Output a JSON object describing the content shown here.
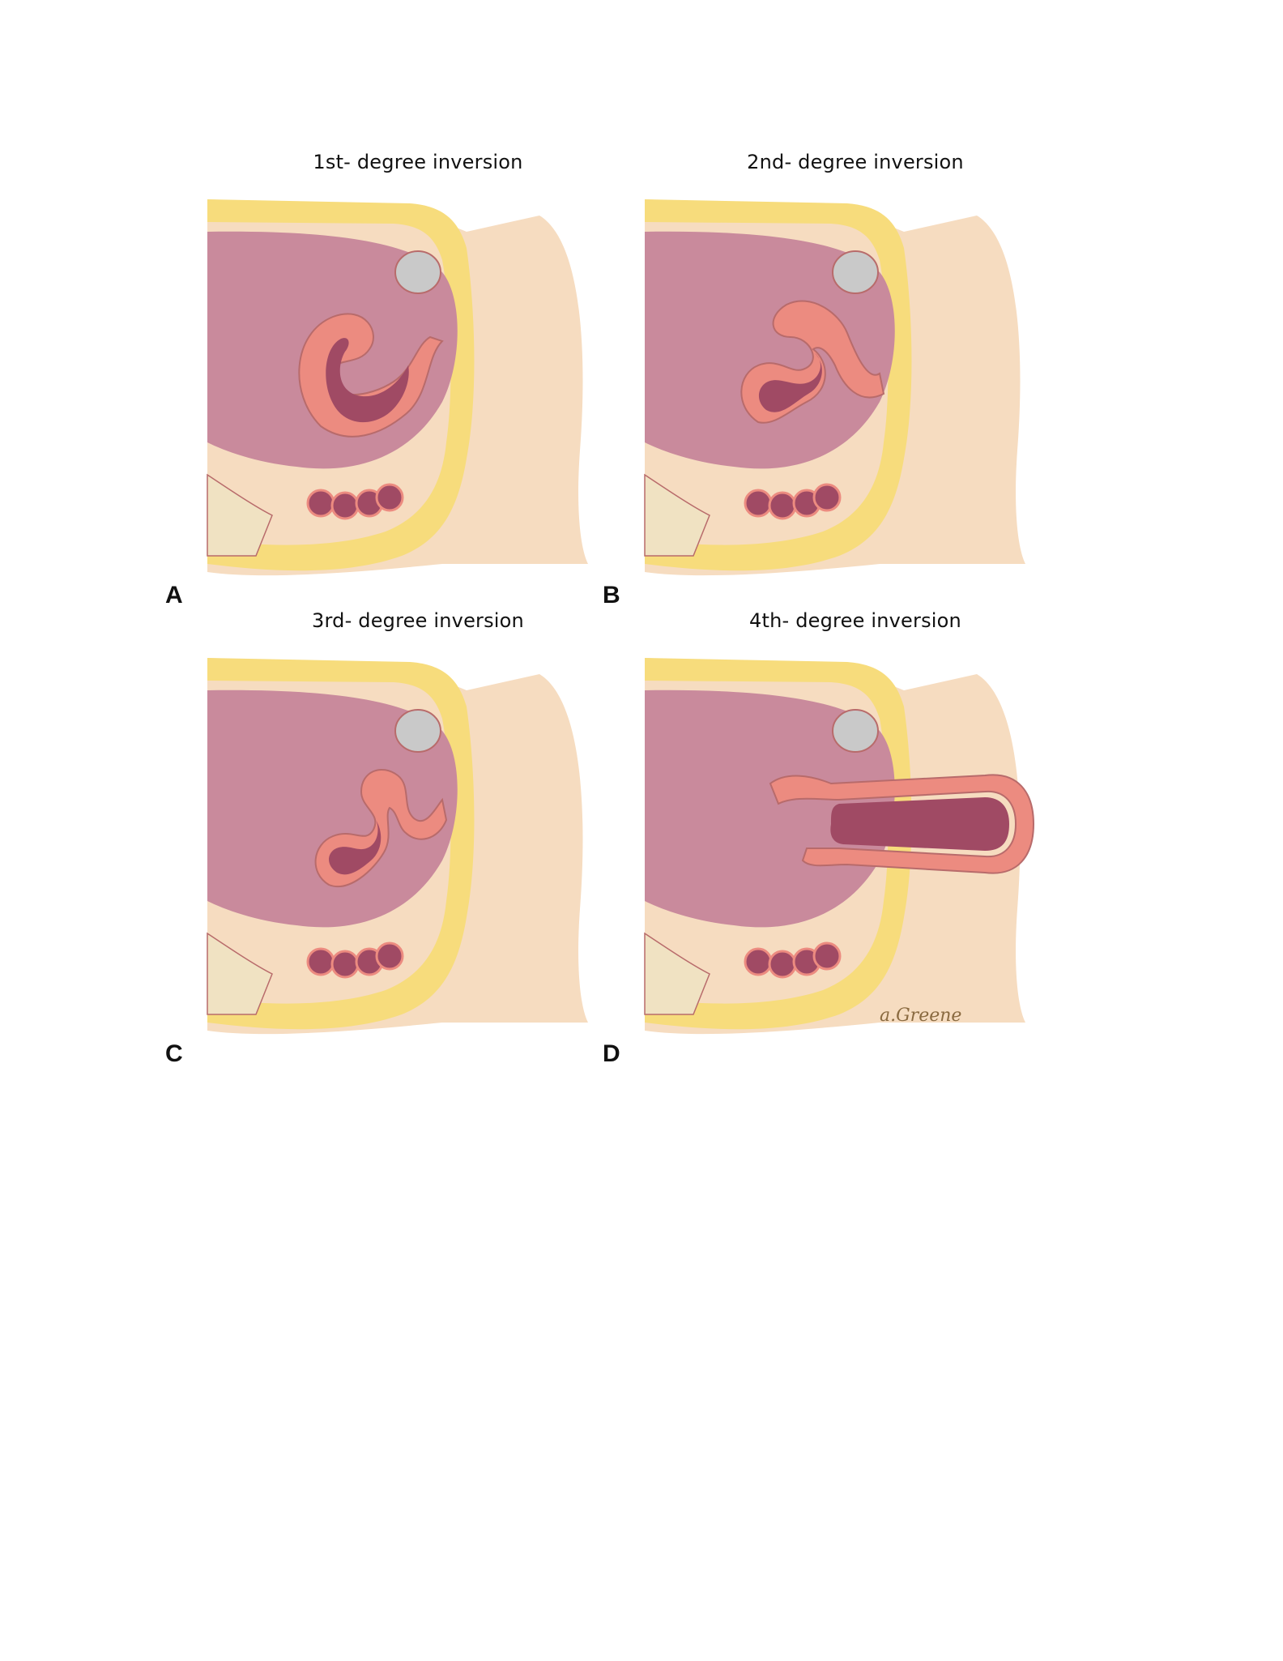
{
  "panels": [
    {
      "title": "1st- degree inversion",
      "letter": "A",
      "degree": 1
    },
    {
      "title": "2nd- degree inversion",
      "letter": "B",
      "degree": 2
    },
    {
      "title": "3rd- degree inversion",
      "letter": "C",
      "degree": 3
    },
    {
      "title": "4th- degree inversion",
      "letter": "D",
      "degree": 4
    }
  ],
  "signature": "a.Greene",
  "colors": {
    "skin": "#f6dcc0",
    "fat": "#f7dc7c",
    "uterus_wall": "#ec8b80",
    "cavity": "#a04a64",
    "cavity_light": "#c98a9c",
    "bladder": "#c9c9c9",
    "bone": "#f0e2c2",
    "outline": "#b86b6b"
  }
}
